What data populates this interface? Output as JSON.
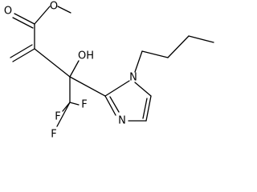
{
  "structure": {
    "atom_labels": {
      "carbonyl_oxygen": "O",
      "ester_oxygen": "O",
      "hydroxyl": "OH",
      "ring_n1": "N",
      "ring_n3": "N",
      "fluorine_1": "F",
      "fluorine_2": "F",
      "fluorine_3": "F"
    }
  },
  "colors": {
    "bond": "#000000",
    "background": "#ffffff"
  }
}
